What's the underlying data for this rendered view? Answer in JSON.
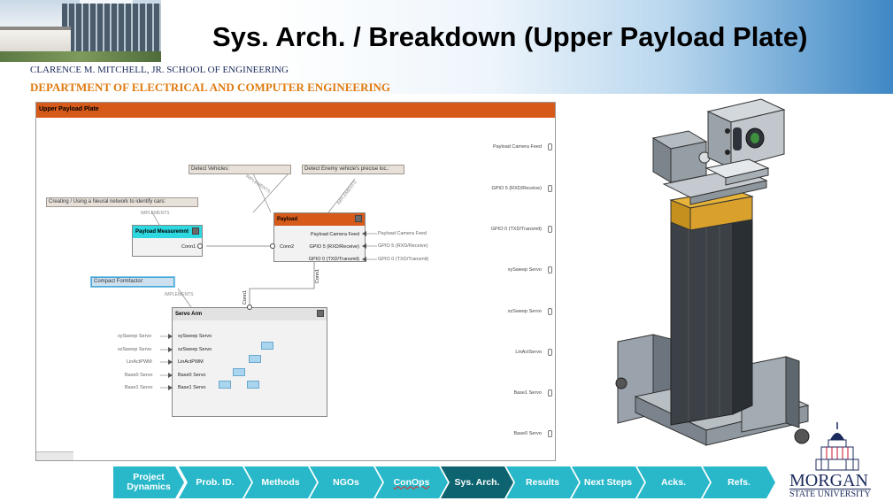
{
  "header": {
    "title": "Sys. Arch. / Breakdown (Upper Payload Plate)",
    "school": "CLARENCE M. MITCHELL, JR. SCHOOL OF ENGINEERING",
    "department": "DEPARTMENT OF ELECTRICAL AND COMPUTER ENGINEERING"
  },
  "diagram": {
    "title": "Upper Payload Plate",
    "notes": {
      "detect_vehicles": "Detect Vehicles:",
      "detect_enemy": "Detect Enemy vehicle's precise loc.:",
      "neural_network": "Creating / Using a Neural network to identify cars:",
      "compact": "Compact Formfactor:"
    },
    "implements": "IMPLEMENTS",
    "payload_meas": {
      "name": "Payload Measuremnt",
      "port": "Conn1"
    },
    "payload": {
      "name": "Payload",
      "conn": "Conn2",
      "ports": [
        "Payload Camera Feed",
        "GPIO 5 (RXD/Receive)",
        "GPIO 0 (TXD/Transmit)"
      ],
      "vertical_conn": "Conn1"
    },
    "servo_arm": {
      "name": "Servo Arm",
      "top_conn": "Conn1",
      "ports": [
        "xySweep Servo",
        "xzSweep Servo",
        "LinActPWM",
        "Base0 Servo",
        "Base1 Servo"
      ],
      "inputs": [
        "xySweep Servo",
        "xzSweep Servo",
        "LinActPWM",
        "Base0 Servo",
        "Base1 Servo"
      ]
    },
    "external_ports": [
      "Payload Camera Feed",
      "GPIO 5 (RXD/Receive)",
      "GPIO 0 (TXD/Transmit)",
      "xySweep Servo",
      "xzSweep Servo",
      "LinActServo",
      "Base1 Servo",
      "Base0 Servo"
    ]
  },
  "nav": {
    "items": [
      {
        "label": "Project Dynamics",
        "color": "#29b8c9"
      },
      {
        "label": "Prob. ID.",
        "color": "#29b8c9"
      },
      {
        "label": "Methods",
        "color": "#29b8c9"
      },
      {
        "label": "NGOs",
        "color": "#29b8c9"
      },
      {
        "label": "ConOps",
        "color": "#29b8c9"
      },
      {
        "label": "Sys. Arch.",
        "color": "#0d6470"
      },
      {
        "label": "Results",
        "color": "#29b8c9"
      },
      {
        "label": "Next Steps",
        "color": "#29b8c9"
      },
      {
        "label": "Acks.",
        "color": "#29b8c9"
      },
      {
        "label": "Refs.",
        "color": "#29b8c9"
      }
    ]
  },
  "logo": {
    "line1": "MORGAN",
    "line2": "STATE UNIVERSITY"
  }
}
